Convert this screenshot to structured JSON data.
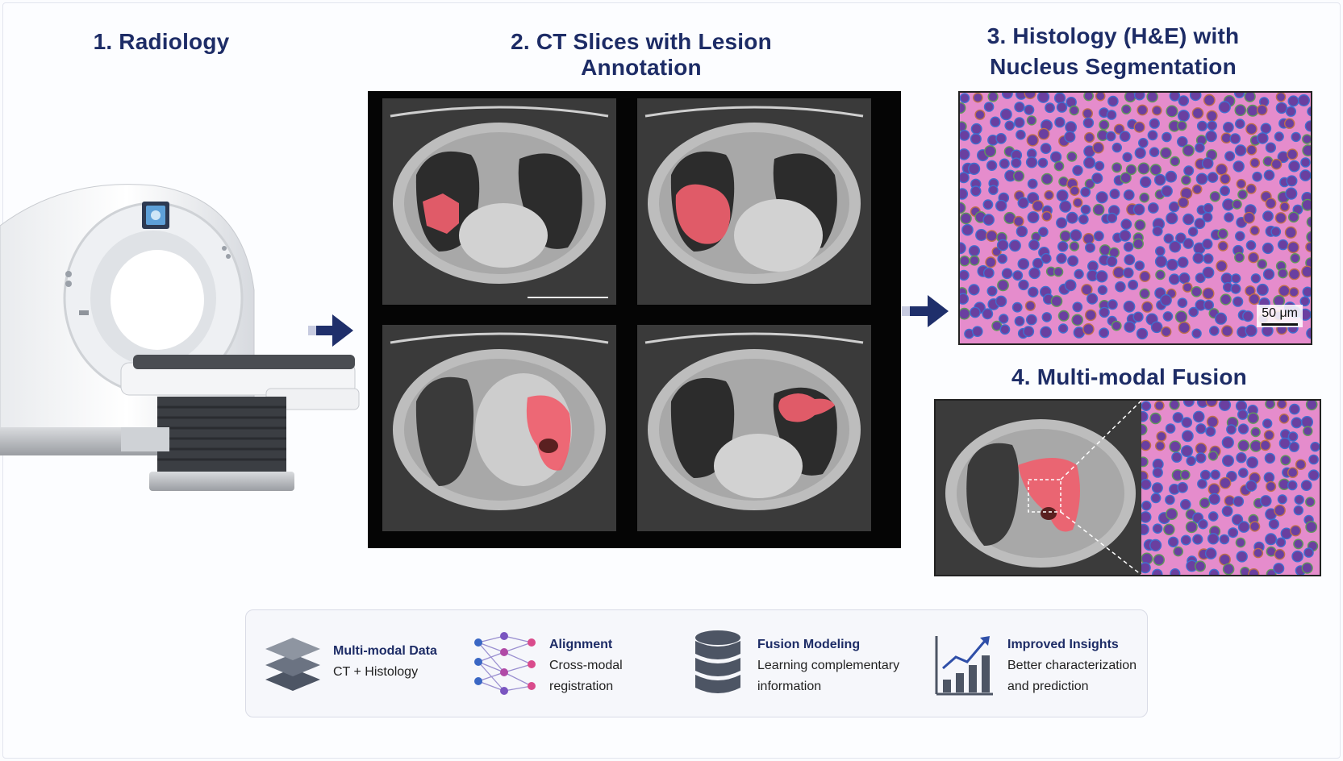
{
  "titles": {
    "radiology": "1. Radiology",
    "ct": "2. CT Slices with Lesion Annotation",
    "histology_line1": "3. Histology (H&E) with",
    "histology_line2": "Nucleus Segmentation",
    "fusion": "4. Multi-modal Fusion"
  },
  "histology": {
    "scale_label": "50 μm"
  },
  "features": [
    {
      "title": "Multi-modal Data",
      "desc_line1": "CT + Histology",
      "desc_line2": "",
      "icon": "layers-icon"
    },
    {
      "title": "Alignment",
      "desc_line1": "Cross-modal",
      "desc_line2": "registration",
      "icon": "network-icon"
    },
    {
      "title": "Fusion Modeling",
      "desc_line1": "Learning complementary",
      "desc_line2": "information",
      "icon": "database-icon"
    },
    {
      "title": "Improved Insights",
      "desc_line1": "Better characterization",
      "desc_line2": "and prediction",
      "icon": "bar-chart-icon"
    }
  ],
  "colors": {
    "title": "#1d2c66",
    "arrow": "#1f2f6b",
    "lesion": "#f0606e",
    "he_pink": "#e58ccc",
    "nucleus": "#6a3fa0"
  }
}
